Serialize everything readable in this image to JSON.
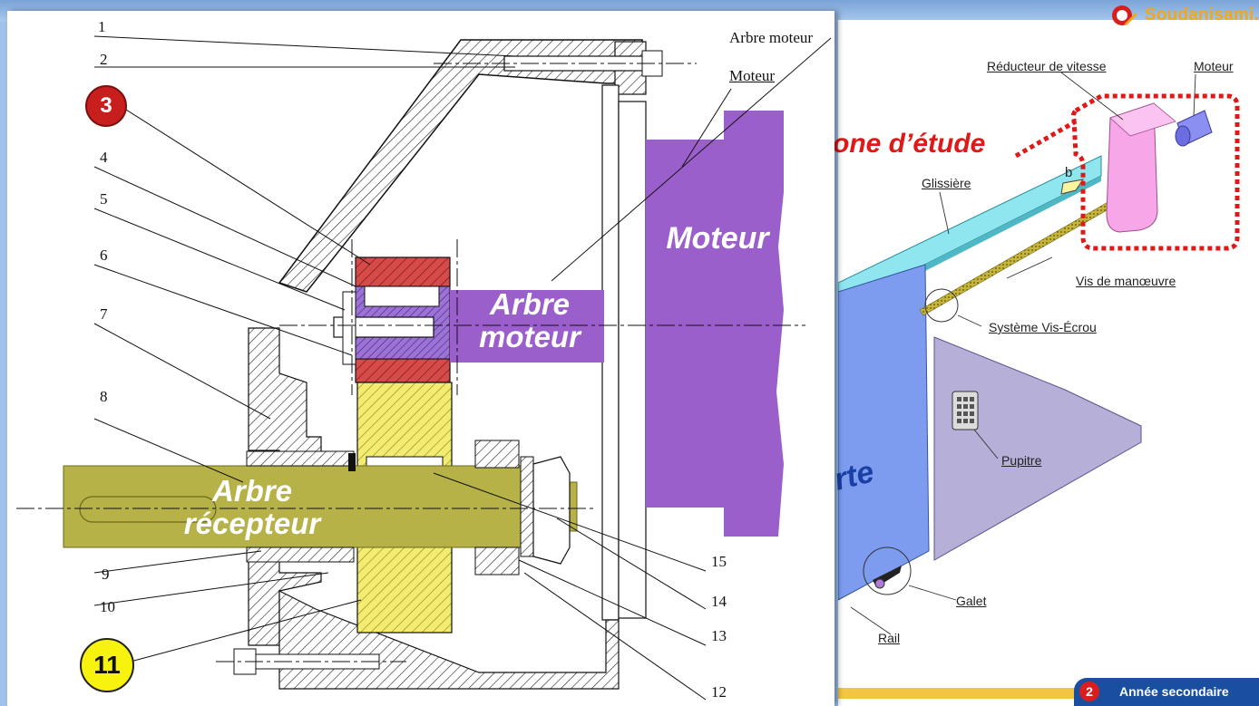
{
  "site_logo": "Soudanisami.tn",
  "level_badge": {
    "number": "2",
    "text": "Année secondaire"
  },
  "drawing": {
    "number_labels": [
      "1",
      "2",
      "4",
      "5",
      "6",
      "7",
      "8",
      "9",
      "10",
      "12",
      "13",
      "14",
      "15"
    ],
    "highlight_3": "3",
    "highlight_11": "11",
    "label_arbre_moteur": "Arbre moteur",
    "label_moteur": "Moteur",
    "overlay_moteur": "Moteur",
    "overlay_arbre_moteur_line1": "Arbre",
    "overlay_arbre_moteur_line2": "moteur",
    "overlay_arbre_recepteur_line1": "Arbre",
    "overlay_arbre_recepteur_line2": "récepteur"
  },
  "schematic": {
    "zone_label": "one d’étude",
    "reducteur": "Réducteur de vitesse",
    "moteur": "Moteur",
    "glissiere": "Glissière",
    "b": "b",
    "vis": "Vis de manœuvre",
    "systeme": "Système Vis-Écrou",
    "pupitre": "Pupitre",
    "galet": "Galet",
    "rail": "Rail",
    "porte_text": "rte"
  },
  "colors": {
    "gear_red": "#d64a4a",
    "gear_yellow": "#f2ec73",
    "shaft_olive": "#b6b247",
    "motor_purple": "#9a5fcb",
    "door_blue": "#7d9cf0",
    "zone_red": "#e01818"
  }
}
